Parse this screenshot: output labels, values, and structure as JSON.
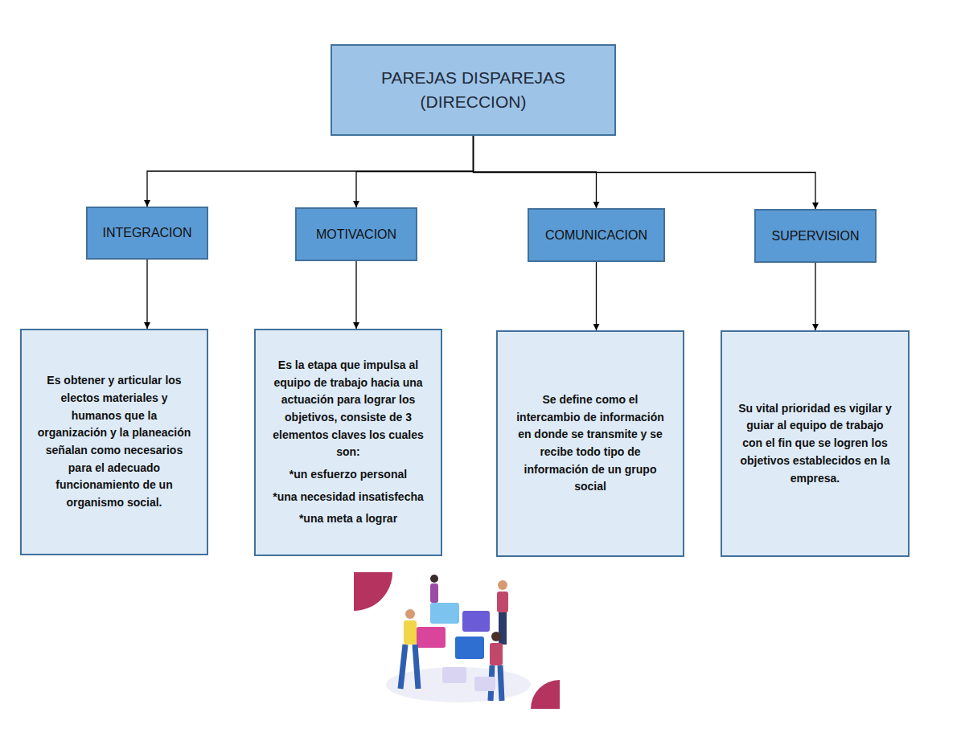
{
  "diagram": {
    "nodes": [
      {
        "text": [
          "PAREJAS DISPAREJAS (DIRECCION)"
        ]
      },
      {
        "text": [
          "INTEGRACION"
        ]
      },
      {
        "text": [
          "MOTIVACION"
        ]
      },
      {
        "text": [
          "COMUNICACION"
        ]
      },
      {
        "text": [
          "SUPERVISION"
        ]
      },
      {
        "text": [
          "Es obtener y articular los electos materiales y humanos que la organización y la planeación señalan como necesarios para el adecuado funcionamiento de un organismo social."
        ]
      },
      {
        "text": [
          "Es la etapa que impulsa al equipo de trabajo hacia una actuación para lograr los objetivos, consiste de 3 elementos claves los cuales son:",
          "*un esfuerzo personal",
          "*una necesidad insatisfecha",
          "*una meta a lograr"
        ]
      },
      {
        "text": [
          "Se define como el intercambio de información en donde se transmite y se recibe todo tipo de información de un grupo social"
        ]
      },
      {
        "text": [
          "Su vital prioridad es vigilar y guiar al equipo de trabajo con el fin que se logren los objetivos establecidos en la empresa."
        ]
      }
    ],
    "edges": [
      {
        "from": 0,
        "to": 1,
        "arrow": "to"
      },
      {
        "from": 0,
        "to": 2,
        "arrow": "to"
      },
      {
        "from": 0,
        "to": 3,
        "arrow": "to"
      },
      {
        "from": 0,
        "to": 4,
        "arrow": "to"
      },
      {
        "from": 1,
        "to": 5,
        "arrow": "to"
      },
      {
        "from": 2,
        "to": 6,
        "arrow": "to"
      },
      {
        "from": 3,
        "to": 7,
        "arrow": "to"
      },
      {
        "from": 4,
        "to": 8,
        "arrow": "to"
      }
    ]
  }
}
